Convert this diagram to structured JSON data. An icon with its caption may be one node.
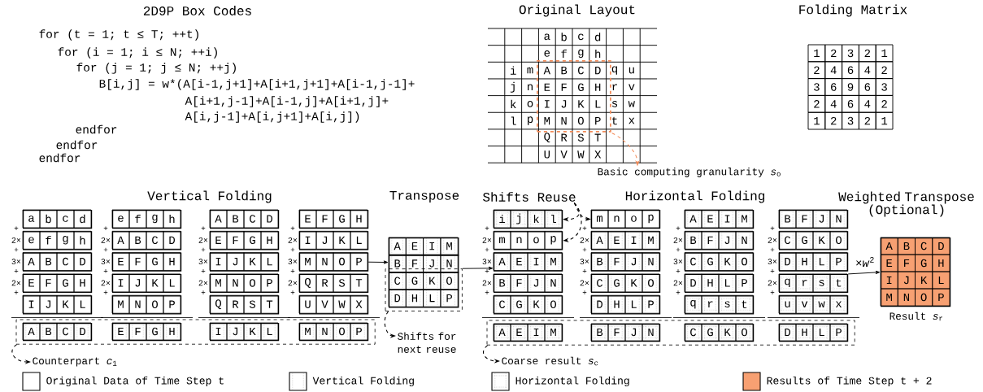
{
  "diagram": {
    "nodes": [
      {
        "text": [],
        "shape": "box"
      },
      {
        "text": [
          "Basic computing granularity *s*$_{o}$"
        ]
      },
      {
        "text": [
          "a",
          "b",
          "c",
          "d"
        ]
      },
      {
        "text": [
          "e",
          "f",
          "g",
          "h"
        ]
      },
      {
        "text": [
          "A",
          "B",
          "C",
          "D"
        ]
      },
      {
        "text": [
          "E",
          "F",
          "G",
          "H"
        ]
      },
      {
        "text": [
          "I",
          "J",
          "K",
          "L"
        ]
      },
      {
        "text": [
          "e",
          "f",
          "g",
          "h"
        ]
      },
      {
        "text": [
          "A",
          "B",
          "C",
          "D"
        ]
      },
      {
        "text": [
          "E",
          "F",
          "G",
          "H"
        ]
      },
      {
        "text": [
          "I",
          "J",
          "K",
          "L"
        ]
      },
      {
        "text": [
          "M",
          "N",
          "O",
          "P"
        ]
      },
      {
        "text": [
          "A",
          "B",
          "C",
          "D"
        ]
      },
      {
        "text": [
          "E",
          "F",
          "G",
          "H"
        ]
      },
      {
        "text": [
          "I",
          "J",
          "K",
          "L"
        ]
      },
      {
        "text": [
          "M",
          "N",
          "O",
          "P"
        ]
      },
      {
        "text": [
          "Q",
          "R",
          "S",
          "T"
        ]
      },
      {
        "text": [
          "E",
          "F",
          "G",
          "H"
        ]
      },
      {
        "text": [
          "I",
          "J",
          "K",
          "L"
        ]
      },
      {
        "text": [
          "M",
          "N",
          "O",
          "P"
        ]
      },
      {
        "text": [
          "Q",
          "R",
          "S",
          "T"
        ]
      },
      {
        "text": [
          "U",
          "V",
          "W",
          "X"
        ]
      },
      {
        "text": [],
        "shape": "box"
      },
      {
        "text": [
          "A",
          "B",
          "C",
          "D"
        ],
        "in": 22
      },
      {
        "text": [
          "E",
          "F",
          "G",
          "H"
        ],
        "in": 22
      },
      {
        "text": [
          "I",
          "J",
          "K",
          "L"
        ],
        "in": 22
      },
      {
        "text": [
          "M",
          "N",
          "O",
          "P"
        ],
        "in": 22
      },
      {
        "text": [
          "Counterpart *c*$_{1}$"
        ]
      },
      {
        "text": [],
        "shape": "box"
      },
      {
        "text": [
          "A",
          "E",
          "I",
          "M"
        ]
      },
      {
        "text": [
          "B",
          "F",
          "J",
          "N"
        ]
      },
      {
        "text": [
          "C",
          "G",
          "K",
          "O"
        ],
        "in": 28
      },
      {
        "text": [
          "D",
          "H",
          "L",
          "P"
        ],
        "in": 28
      },
      {
        "text": [
          "Shifts for next reuse"
        ]
      },
      {
        "text": [
          "i",
          "j",
          "k",
          "l"
        ]
      },
      {
        "text": [
          "m",
          "n",
          "o",
          "p"
        ]
      },
      {
        "text": [
          "A",
          "E",
          "I",
          "M"
        ]
      },
      {
        "text": [
          "B",
          "F",
          "J",
          "N"
        ]
      },
      {
        "text": [
          "C",
          "G",
          "K",
          "O"
        ]
      },
      {
        "text": [
          "m",
          "n",
          "o",
          "p"
        ]
      },
      {
        "text": [
          "A",
          "E",
          "I",
          "M"
        ]
      },
      {
        "text": [
          "B",
          "F",
          "J",
          "N"
        ]
      },
      {
        "text": [
          "C",
          "G",
          "K",
          "O"
        ]
      },
      {
        "text": [
          "D",
          "H",
          "L",
          "P"
        ]
      },
      {
        "text": [
          "A",
          "E",
          "I",
          "M"
        ]
      },
      {
        "text": [
          "B",
          "F",
          "J",
          "N"
        ]
      },
      {
        "text": [
          "C",
          "G",
          "K",
          "O"
        ]
      },
      {
        "text": [
          "D",
          "H",
          "L",
          "P"
        ]
      },
      {
        "text": [
          "q",
          "r",
          "s",
          "t"
        ]
      },
      {
        "text": [
          "B",
          "F",
          "J",
          "N"
        ]
      },
      {
        "text": [
          "C",
          "G",
          "K",
          "O"
        ]
      },
      {
        "text": [
          "D",
          "H",
          "L",
          "P"
        ]
      },
      {
        "text": [
          "q",
          "r",
          "s",
          "t"
        ]
      },
      {
        "text": [
          "u",
          "v",
          "w",
          "x"
        ]
      },
      {
        "text": [],
        "shape": "box"
      },
      {
        "text": [
          "A",
          "E",
          "I",
          "M"
        ],
        "in": 54
      },
      {
        "text": [
          "B",
          "F",
          "J",
          "N"
        ],
        "in": 54
      },
      {
        "text": [
          "C",
          "G",
          "K",
          "O"
        ],
        "in": 54
      },
      {
        "text": [
          "D",
          "H",
          "L",
          "P"
        ],
        "in": 54
      },
      {
        "text": [
          "Coarse result *s*$_{c}$"
        ]
      },
      {
        "text": [
          "A",
          "B",
          "C",
          "D",
          "E",
          "F",
          "G",
          "H",
          "I",
          "J",
          "K",
          "L",
          "M",
          "N",
          "O",
          "P"
        ],
        "beside": [
          "Result *s*$_{r}$"
        ]
      },
      {
        "text": [
          "Shifts Reuse"
        ]
      }
    ],
    "edges": [
      {
        "from": 0,
        "to": 1,
        "arrow": "to",
        "style": "dashed",
        "color": "#f28c5a"
      },
      {
        "from": 22,
        "to": 27,
        "arrow": "to",
        "style": "dashed"
      },
      {
        "from": 19,
        "to": 30,
        "arrow": "to"
      },
      {
        "from": 28,
        "to": 36,
        "arrow": "to"
      },
      {
        "from": 28,
        "to": 33,
        "arrow": "to",
        "style": "dashed"
      },
      {
        "from": 61,
        "to": 39,
        "arrow": "to",
        "style": "dashed"
      },
      {
        "from": 61,
        "to": 34,
        "arrow": "to",
        "style": "dashed"
      },
      {
        "from": 61,
        "to": 35,
        "arrow": "to",
        "style": "dashed"
      },
      {
        "from": 54,
        "to": 59,
        "arrow": "to",
        "style": "dashed"
      },
      {
        "from": 52,
        "to": 60,
        "arrow": "to",
        "label": "×*w*$^{2}$"
      }
    ],
    "labels": [
      "2D9P Box Codes",
      "Original Layout",
      "Folding Matrix",
      "for (t = 1; t ≤ T; ++t)",
      "for (i = 1; i ≤ N; ++i)",
      "for (j = 1; j ≤ N; ++j)",
      "B[i,j] = w*(A[i-1,j+1]+A[i+1,j+1]+A[i-1,j-1]+",
      "A[i+1,j-1]+A[i-1,j]+A[i+1,j]+",
      "A[i,j-1]+A[i,j+1]+A[i,j])",
      "endfor",
      "endfor",
      "endfor",
      "a",
      "b",
      "c",
      "d",
      "e",
      "f",
      "g",
      "h",
      "i",
      "m",
      "A",
      "B",
      "C",
      "D",
      "q",
      "u",
      "j",
      "n",
      "E",
      "F",
      "G",
      "H",
      "r",
      "v",
      "k",
      "o",
      "I",
      "J",
      "K",
      "L",
      "s",
      "w",
      "l",
      "p",
      "M",
      "N",
      "O",
      "P",
      "t",
      "x",
      "Q",
      "R",
      "S",
      "T",
      "U",
      "V",
      "W",
      "X",
      "1",
      "2",
      "3",
      "2",
      "1",
      "2",
      "4",
      "6",
      "4",
      "2",
      "3",
      "6",
      "9",
      "6",
      "3",
      "2",
      "4",
      "6",
      "4",
      "2",
      "1",
      "2",
      "3",
      "2",
      "1",
      "Vertical Folding",
      "Transpose",
      "Horizontal Folding",
      "Weighted Transpose (Optional)",
      "+",
      "2×",
      "+",
      "3×",
      "+",
      "2×",
      "+",
      "+",
      "2×",
      "+",
      "3×",
      "+",
      "2×",
      "+",
      "+",
      "2×",
      "+",
      "3×",
      "+",
      "2×",
      "+",
      "+",
      "2×",
      "+",
      "3×",
      "+",
      "2×",
      "+",
      "+",
      "2×",
      "+",
      "3×",
      "+",
      "2×",
      "+",
      "+",
      "2×",
      "+",
      "3×",
      "+",
      "2×",
      "+",
      "+",
      "2×",
      "+",
      "3×",
      "+",
      "2×",
      "+",
      "+",
      "2×",
      "+",
      "3×",
      "+",
      "2×",
      "+"
    ],
    "legend": [
      {
        "text": "Original Data of Time Step t"
      },
      {
        "text": "Vertical Folding"
      },
      {
        "text": "Horizontal Folding"
      },
      {
        "text": "Results of Time Step t + 2",
        "color": "#f7a072"
      }
    ]
  }
}
